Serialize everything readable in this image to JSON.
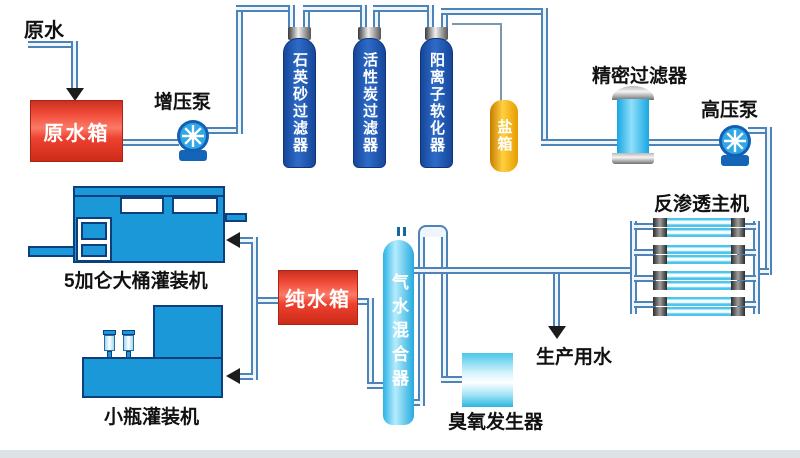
{
  "labels": {
    "raw_water": "原水",
    "raw_water_tank": "原水箱",
    "booster_pump": "增压泵",
    "quartz_sand_filter": "石英砂过滤器",
    "activated_carbon_filter": "活性炭过滤器",
    "cation_softener": "阳离子软化器",
    "salt_tank": "盐箱",
    "precision_filter": "精密过滤器",
    "high_pressure_pump": "高压泵",
    "ro_main_unit": "反渗透主机",
    "pure_water_tank": "纯水箱",
    "gas_water_mixer": "气水混合器",
    "ozone_generator": "臭氧发生器",
    "production_water": "生产用水",
    "five_gallon_filler": "5加仑大桶灌装机",
    "small_bottle_filler": "小瓶灌装机"
  },
  "colors": {
    "pipe_outline": "#4e83b8",
    "pipe_fill": "#eef6fc",
    "red_tank": "#ee4130",
    "vessel_blue": "#2e6bc8",
    "salt_orange": "#f5a800",
    "cyan_equipment": "#35bdf0",
    "machine_blue": "#1b98d8",
    "arrow": "#1c1c1c",
    "bottom_band": "#dde2e6"
  }
}
